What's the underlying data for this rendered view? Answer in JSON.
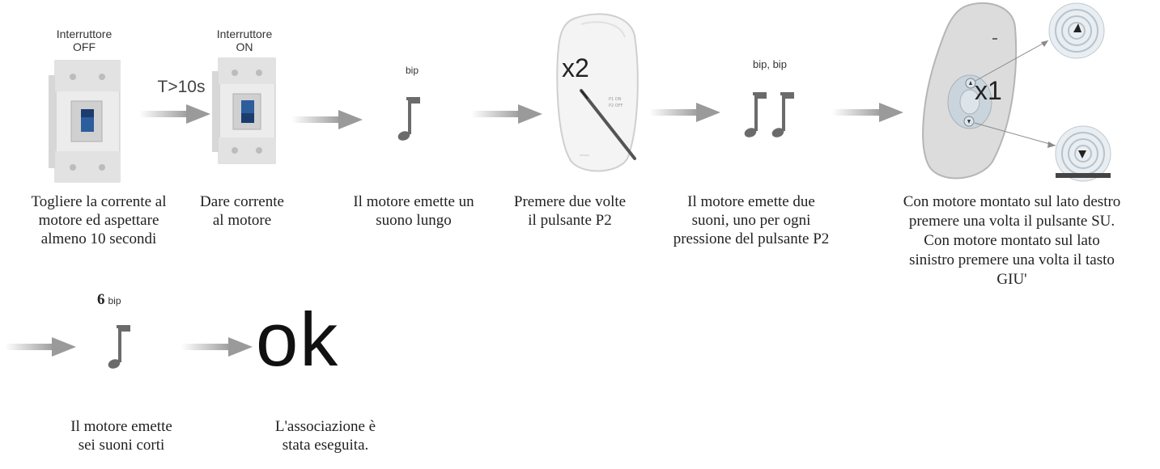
{
  "colors": {
    "arrow": "#9a9a9a",
    "note": "#6b6b6b",
    "device": "#e6e6e6",
    "text": "#222222"
  },
  "breaker_off": {
    "title": "Interruttore",
    "state": "OFF"
  },
  "timer_label": "T>10s",
  "breaker_on": {
    "title": "Interruttore",
    "state": "ON"
  },
  "beep_single": "bip",
  "press_count": "x2",
  "beep_double": "bip, bip",
  "press_once": "x1",
  "beep_six": {
    "count": "6",
    "word": "bip"
  },
  "ok_label": "ok",
  "captions": {
    "step1": [
      "Togliere la corrente al",
      "motore ed aspettare",
      "almeno 10 secondi"
    ],
    "step2": [
      "Dare corrente",
      "al motore"
    ],
    "step3": [
      "Il motore emette un",
      "suono lungo"
    ],
    "step4": [
      "Premere due volte",
      "il pulsante P2"
    ],
    "step5": [
      "Il motore emette due",
      "suoni, uno per ogni",
      "pressione del pulsante P2"
    ],
    "step6": [
      "Con motore montato sul lato destro",
      "premere una volta il pulsante SU.",
      "Con motore montato sul lato",
      "sinistro premere una volta il tasto",
      "GIU'"
    ],
    "step7": [
      "Il motore emette",
      "sei suoni corti"
    ],
    "step8": [
      "L'associazione è",
      "stata eseguita."
    ]
  }
}
